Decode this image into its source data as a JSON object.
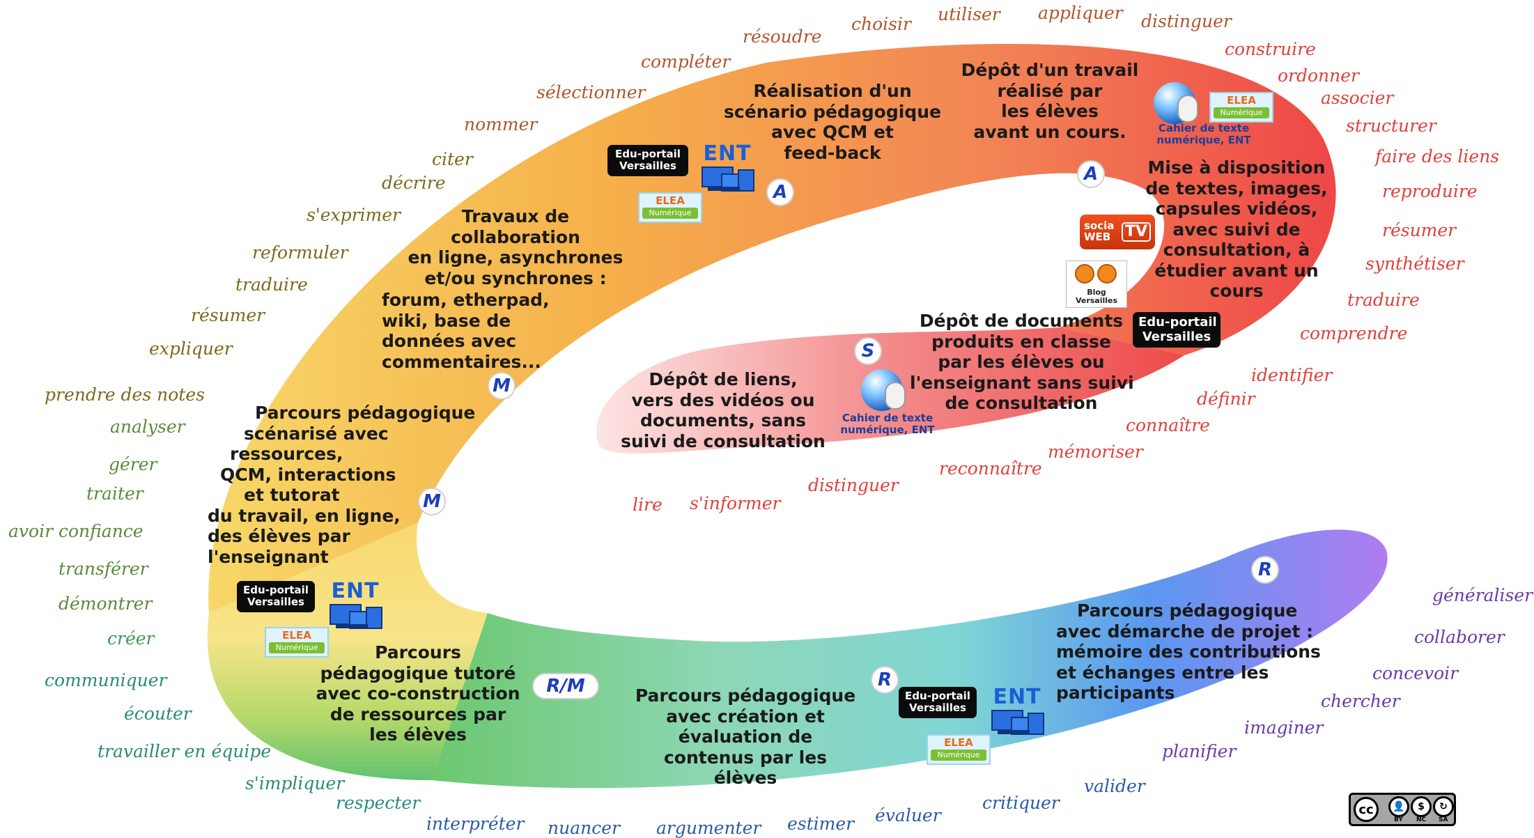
{
  "colors": {
    "remember": "#e83a2e",
    "understand": "#e0403a",
    "apply": "#c35a2a",
    "analyze": "#7a6a1a",
    "evaluate": "#2a8a78",
    "create": "#6a3aa8",
    "label": "#1d3fb8"
  },
  "badges": {
    "a": "A",
    "s": "S",
    "m": "M",
    "rm": "R/M",
    "r": "R"
  },
  "verbs": {
    "resoudre": "résoudre",
    "choisir": "choisir",
    "utiliser": "utiliser",
    "appliquer": "appliquer",
    "distinguer_top": "distinguer",
    "completer": "compléter",
    "selectionner": "sélectionner",
    "nommer": "nommer",
    "citer": "citer",
    "decrire": "décrire",
    "sexprimer": "s'exprimer",
    "reformuler": "reformuler",
    "traduire_left": "traduire",
    "resumer_left": "résumer",
    "expliquer": "expliquer",
    "prendre_notes": "prendre des notes",
    "analyser": "analyser",
    "gerer": "gérer",
    "traiter": "traiter",
    "avoir_confiance": "avoir confiance",
    "transferer": "transférer",
    "demontrer": "démontrer",
    "creer": "créer",
    "communiquer": "communiquer",
    "ecouter": "écouter",
    "travailler_equipe": "travailler en équipe",
    "simpliquer": "s'impliquer",
    "respecter": "respecter",
    "interpreter": "interpréter",
    "nuancer": "nuancer",
    "argumenter": "argumenter",
    "estimer": "estimer",
    "evaluer": "évaluer",
    "critiquer": "critiquer",
    "valider": "valider",
    "planifier": "planifier",
    "imaginer": "imaginer",
    "chercher": "chercher",
    "concevoir": "concevoir",
    "collaborer": "collaborer",
    "generaliser": "généraliser",
    "construire": "construire",
    "ordonner": "ordonner",
    "associer": "associer",
    "structurer": "structurer",
    "faire_liens": "faire des liens",
    "reproduire": "reproduire",
    "resumer_right": "résumer",
    "synthetiser": "synthétiser",
    "traduire_right": "traduire",
    "comprendre": "comprendre",
    "identifier": "identifier",
    "definir": "définir",
    "connaitre": "connaître",
    "memoriser": "mémoriser",
    "reconnaitre": "reconnaître",
    "distinguer_mid": "distinguer",
    "sinformer": "s'informer",
    "lire": "lire"
  },
  "blocks": {
    "realisation": [
      "Réalisation d'un",
      "scénario pédagogique",
      "avec QCM et",
      "feed-back"
    ],
    "depot_travail": [
      "Dépôt d'un travail",
      "réalisé par",
      "les élèves",
      "avant un cours."
    ],
    "mise_disposition": [
      "Mise à disposition",
      "de textes, images,",
      "capsules vidéos,",
      "avec suivi de",
      "consultation,  à",
      "étudier avant un",
      "cours"
    ],
    "travaux": [
      "Travaux de",
      "collaboration",
      "en ligne, asynchrones",
      "et/ou synchrones :",
      "forum, etherpad,",
      "wiki, base de",
      "données avec",
      "commentaires..."
    ],
    "depot_documents": [
      "Dépôt de documents",
      "produits en classe",
      "par les élèves ou",
      "l'enseignant sans suivi",
      "de consultation"
    ],
    "depot_liens": [
      "Dépôt de liens,",
      "vers des vidéos ou",
      "documents, sans",
      "suivi de consultation"
    ],
    "parcours_scenarise": [
      "Parcours pédagogique",
      "scénarisé avec",
      "ressources,",
      "QCM, interactions",
      "et tutorat",
      "du travail, en ligne,",
      "des élèves par",
      "l'enseignant"
    ],
    "parcours_tutore": [
      "Parcours",
      "pédagogique tutoré",
      "avec co-construction",
      "de ressources par",
      "les élèves"
    ],
    "parcours_creation": [
      "Parcours pédagogique",
      "avec création et",
      "évaluation de",
      "contenus par les",
      "élèves"
    ],
    "parcours_projet": [
      "Parcours pédagogique",
      "avec démarche de  projet :",
      "mémoire des contributions",
      "et échanges entre les",
      "participants"
    ]
  },
  "logos": {
    "portal": [
      "Edu-portail",
      "Versailles"
    ],
    "ent": "ENT",
    "elea_top": "ELEA",
    "elea_bottom": "Numérique",
    "cahier": [
      "Cahier de texte",
      "numérique, ENT"
    ],
    "socia": [
      "socia",
      "WEB"
    ],
    "tv": "TV",
    "blog": [
      "Blog",
      "Versailles"
    ],
    "cc_labels": [
      "BY",
      "NC",
      "SA"
    ]
  }
}
